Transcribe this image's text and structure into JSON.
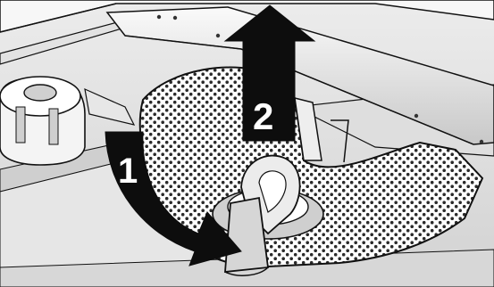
{
  "steps": [
    {
      "number": "1",
      "meaning": "rotate-handle-counterclockwise"
    },
    {
      "number": "2",
      "meaning": "lift-filter-out"
    }
  ],
  "colors": {
    "line": "#111111",
    "arrow": "#0d0d0d",
    "surface": "#f3f3f3",
    "surface_mid": "#dcdcdc",
    "surface_dark": "#bdbdbd",
    "mesh_bg": "#ffffff",
    "mesh_hole": "#2a2a2a",
    "number_text": "#ffffff"
  },
  "icons": [
    "rotation-arrow-icon",
    "upward-arrow-icon"
  ]
}
